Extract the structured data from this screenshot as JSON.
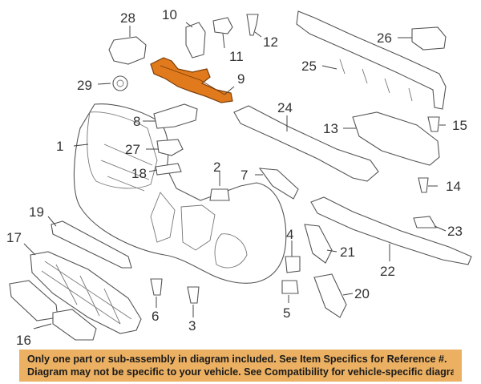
{
  "callouts": {
    "c1": "1",
    "c2": "2",
    "c3": "3",
    "c4": "4",
    "c5": "5",
    "c6": "6",
    "c7": "7",
    "c8": "8",
    "c9": "9",
    "c10": "10",
    "c11": "11",
    "c12": "12",
    "c13": "13",
    "c14": "14",
    "c15": "15",
    "c16": "16",
    "c17": "17",
    "c18": "18",
    "c19": "19",
    "c20": "20",
    "c21": "21",
    "c22": "22",
    "c23": "23",
    "c24": "24",
    "c25": "25",
    "c26": "26",
    "c27": "27",
    "c28": "28",
    "c29": "29"
  },
  "highlight_color": "#e07a1c",
  "notice": {
    "line1": "Only one part or sub-assembly in diagram included. See Item Specifics for Reference #.",
    "line2": "Diagram may not be specific to your vehicle. See Compatibility for vehicle-specific diagrams.",
    "background": "#ebb062"
  }
}
